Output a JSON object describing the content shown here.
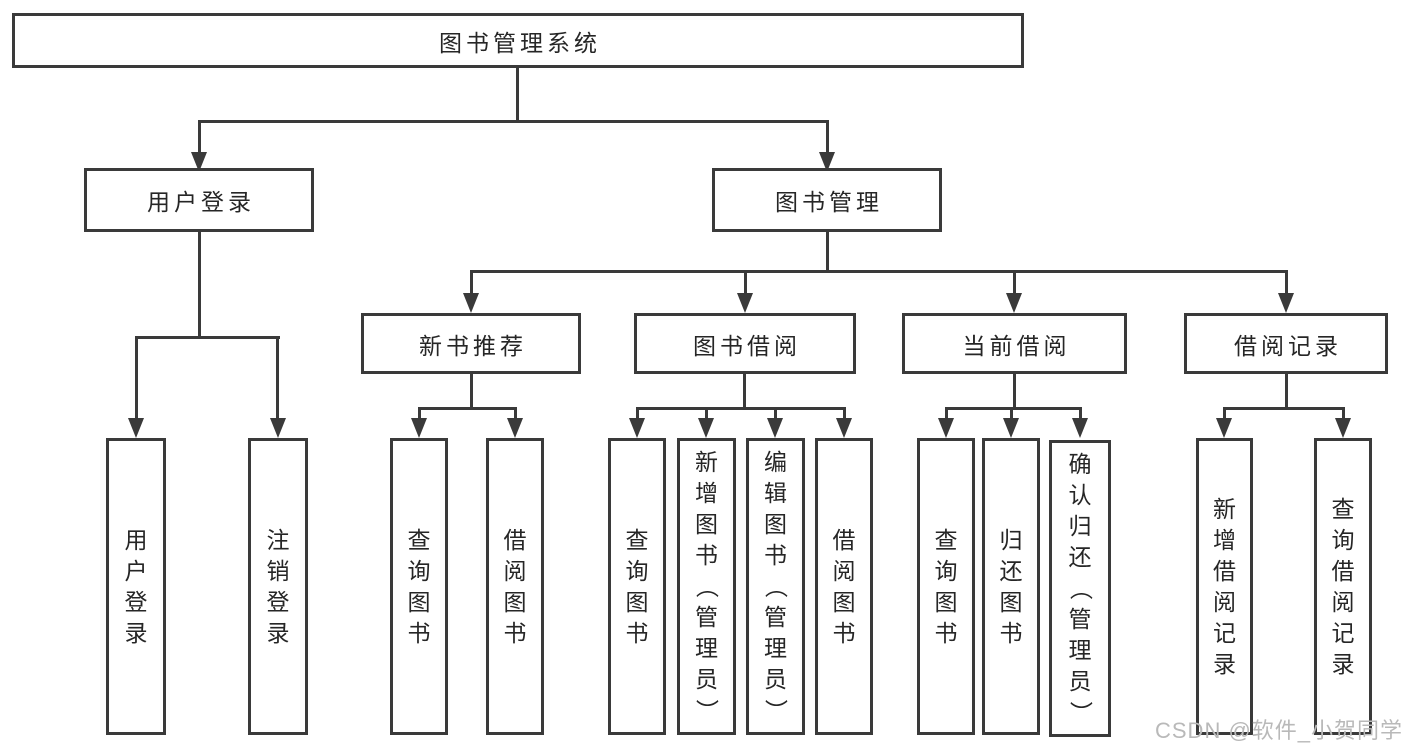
{
  "meta": {
    "background_color": "#ffffff",
    "line_color": "#3a3a3a",
    "text_color": "#262626",
    "watermark_color": "#b9b9b9"
  },
  "watermark": {
    "text": "CSDN @软件_小贺同学"
  },
  "tree": {
    "label": "图书管理系统",
    "children": [
      {
        "label": "用户登录",
        "children": [
          {
            "label": "用户登录"
          },
          {
            "label": "注销登录"
          }
        ]
      },
      {
        "label": "图书管理",
        "children": [
          {
            "label": "新书推荐",
            "children": [
              {
                "label": "查询图书"
              },
              {
                "label": "借阅图书"
              }
            ]
          },
          {
            "label": "图书借阅",
            "children": [
              {
                "label": "查询图书"
              },
              {
                "label": "新增图书（管理员）"
              },
              {
                "label": "编辑图书（管理员）"
              },
              {
                "label": "借阅图书"
              }
            ]
          },
          {
            "label": "当前借阅",
            "children": [
              {
                "label": "查询图书"
              },
              {
                "label": "归还图书"
              },
              {
                "label": "确认归还（管理员）"
              }
            ]
          },
          {
            "label": "借阅记录",
            "children": [
              {
                "label": "新增借阅记录"
              },
              {
                "label": "查询借阅记录"
              }
            ]
          }
        ]
      }
    ]
  }
}
